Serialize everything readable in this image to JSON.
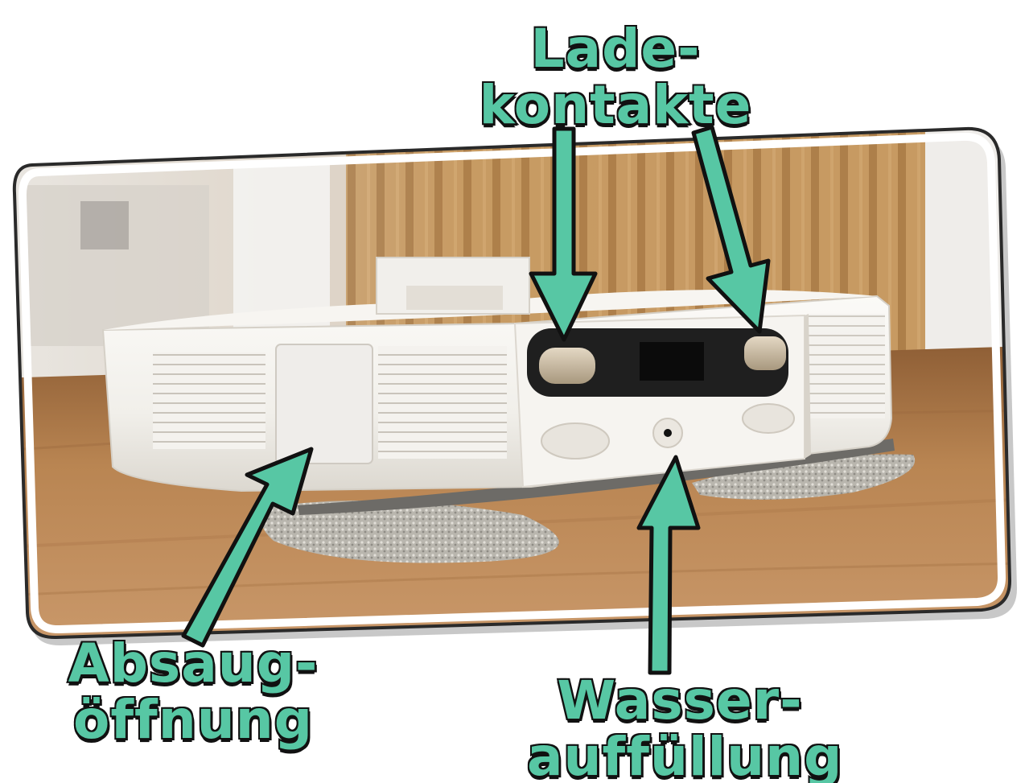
{
  "image": {
    "subject": "robot-vacuum-side-view",
    "annotations": {
      "charging_contacts": {
        "line1": "Lade-",
        "line2": "kontakte"
      },
      "suction_opening": {
        "line1": "Absaug-",
        "line2": "öffnung"
      },
      "water_refill": {
        "line1": "Wasser-",
        "line2": "auffüllung"
      }
    },
    "colors": {
      "accent": "#57c7a4",
      "outline": "#111111",
      "robot_body": "#f3f1ec",
      "floor": "#b07a48",
      "wall_panels": "#c79a62"
    }
  }
}
